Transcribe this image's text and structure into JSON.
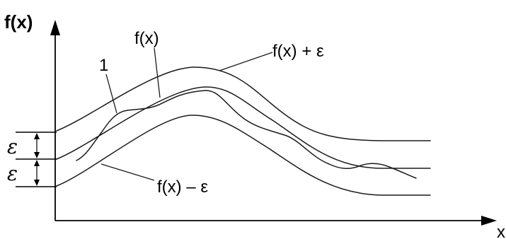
{
  "diagram": {
    "y_axis_label": "f(x)",
    "x_axis_label": "x",
    "labels": {
      "curve_f": "f(x)",
      "curve_upper": "f(x) + ε",
      "curve_lower": "f(x) – ε",
      "curve_1": "1",
      "epsilon_top": "ε",
      "epsilon_bottom": "ε"
    }
  }
}
